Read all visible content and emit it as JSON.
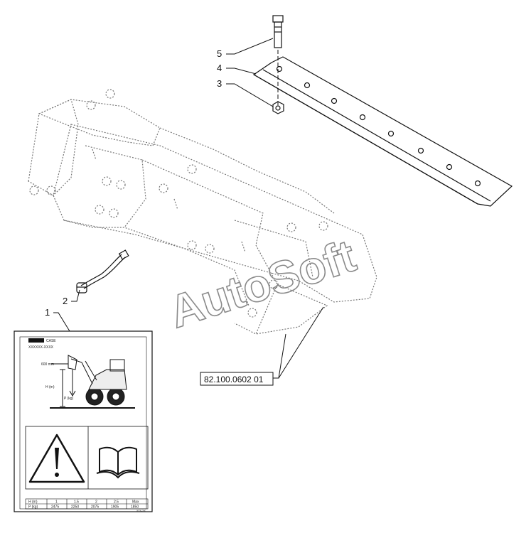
{
  "callouts": [
    {
      "num": "1"
    },
    {
      "num": "2"
    },
    {
      "num": "3"
    },
    {
      "num": "4"
    },
    {
      "num": "5"
    }
  ],
  "reference_label": "82.100.0602 01",
  "watermark": "AutoSoft",
  "decal": {
    "brand": "CASE",
    "part_no": "XXXXXX-XXXX",
    "dim_label": "600 mm",
    "h_label": "H (m)",
    "p_label": "P (kg)",
    "table": {
      "headers": [
        "H (m)",
        "1",
        "1.5",
        "2",
        "2.5",
        "Max"
      ],
      "row": [
        "P (kg)",
        "2475",
        "2250",
        "2075",
        "1905",
        "1850"
      ]
    },
    "footer_code": "XXX-XX"
  },
  "colors": {
    "line": "#111111",
    "ghost": "#777777",
    "watermark": "#8a8a8a"
  }
}
